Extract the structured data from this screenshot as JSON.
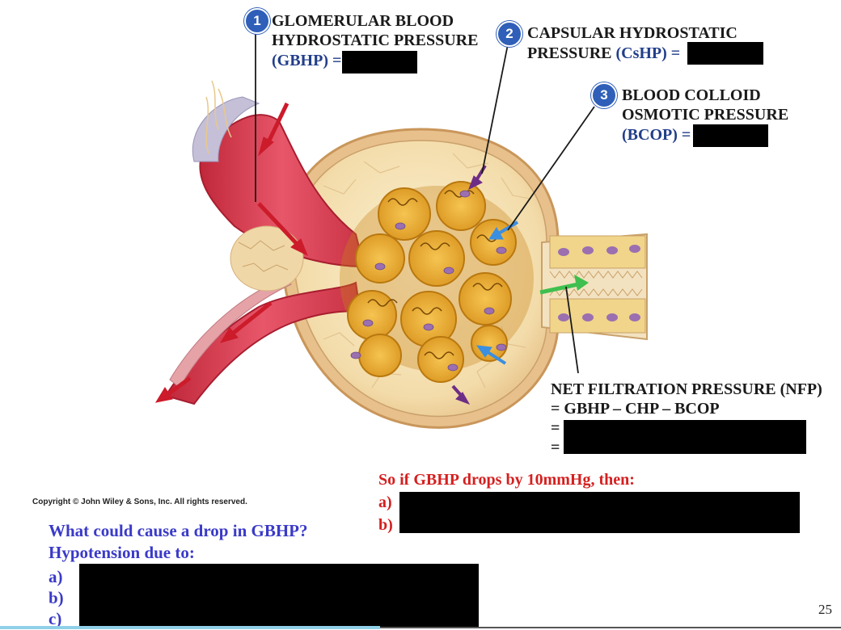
{
  "labels": {
    "gbhp": {
      "number": "1",
      "line1": "GLOMERULAR BLOOD",
      "line2": "HYDROSTATIC PRESSURE",
      "abbr": "(GBHP) ="
    },
    "cshp": {
      "number": "2",
      "line1": "CAPSULAR HYDROSTATIC",
      "line2_a": "PRESSURE",
      "abbr": "(CsHP) ="
    },
    "bcop": {
      "number": "3",
      "line1": "BLOOD COLLOID",
      "line2": "OSMOTIC PRESSURE",
      "abbr": "(BCOP) ="
    },
    "nfp": {
      "line1": "NET FILTRATION PRESSURE (NFP)",
      "line2": "= GBHP – CHP – BCOP",
      "line3": "=",
      "line4": "="
    }
  },
  "scenario": {
    "heading": "So if GBHP drops by 10mmHg, then:",
    "a": "a)",
    "b": "b)"
  },
  "copyright": "Copyright © John Wiley & Sons, Inc. All rights reserved.",
  "question": {
    "line1": "What could cause a drop in GBHP?",
    "line2": "Hypotension due to:",
    "a": "a)",
    "b": "b)",
    "c": "c)"
  },
  "page_number": "25",
  "colors": {
    "badge": "#2f5fb8",
    "label_blue": "#223e8a",
    "scenario_red": "#d42020",
    "question_blue": "#3a3ac8"
  }
}
